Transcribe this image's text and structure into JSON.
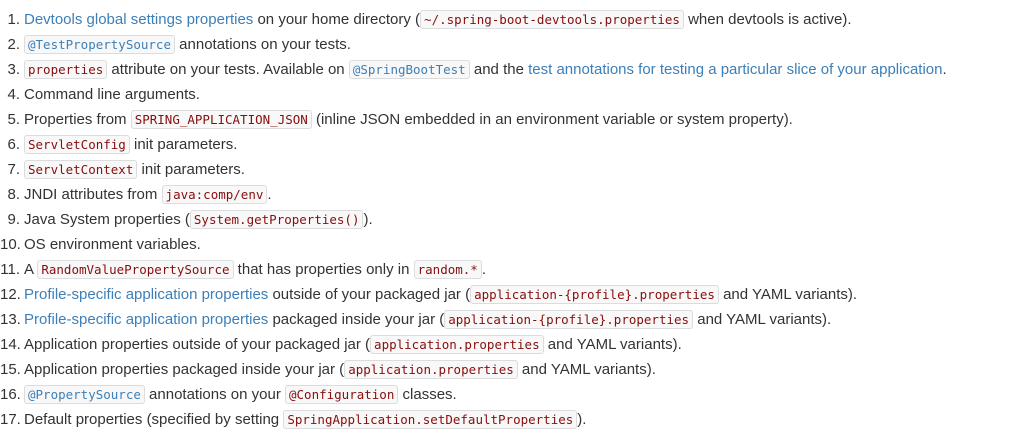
{
  "items": [
    {
      "number": "1.",
      "segments": [
        {
          "type": "link",
          "text": "Devtools global settings properties"
        },
        {
          "type": "text",
          "text": " on your home directory ("
        },
        {
          "type": "code",
          "text": "~/.spring-boot-devtools.properties"
        },
        {
          "type": "text",
          "text": " when devtools is active)."
        }
      ]
    },
    {
      "number": "2.",
      "segments": [
        {
          "type": "codelink",
          "text": "@TestPropertySource"
        },
        {
          "type": "text",
          "text": " annotations on your tests."
        }
      ]
    },
    {
      "number": "3.",
      "segments": [
        {
          "type": "code",
          "text": "properties"
        },
        {
          "type": "text",
          "text": " attribute on your tests. Available on "
        },
        {
          "type": "codelink",
          "text": "@SpringBootTest"
        },
        {
          "type": "text",
          "text": " and the "
        },
        {
          "type": "link",
          "text": "test annotations for testing a particular slice of your application"
        },
        {
          "type": "text",
          "text": "."
        }
      ]
    },
    {
      "number": "4.",
      "segments": [
        {
          "type": "text",
          "text": "Command line arguments."
        }
      ]
    },
    {
      "number": "5.",
      "segments": [
        {
          "type": "text",
          "text": "Properties from "
        },
        {
          "type": "code",
          "text": "SPRING_APPLICATION_JSON"
        },
        {
          "type": "text",
          "text": " (inline JSON embedded in an environment variable or system property)."
        }
      ]
    },
    {
      "number": "6.",
      "segments": [
        {
          "type": "code",
          "text": "ServletConfig"
        },
        {
          "type": "text",
          "text": " init parameters."
        }
      ]
    },
    {
      "number": "7.",
      "segments": [
        {
          "type": "code",
          "text": "ServletContext"
        },
        {
          "type": "text",
          "text": " init parameters."
        }
      ]
    },
    {
      "number": "8.",
      "segments": [
        {
          "type": "text",
          "text": "JNDI attributes from "
        },
        {
          "type": "code",
          "text": "java:comp/env"
        },
        {
          "type": "text",
          "text": "."
        }
      ]
    },
    {
      "number": "9.",
      "segments": [
        {
          "type": "text",
          "text": "Java System properties ("
        },
        {
          "type": "code",
          "text": "System.getProperties()"
        },
        {
          "type": "text",
          "text": ")."
        }
      ]
    },
    {
      "number": "10.",
      "segments": [
        {
          "type": "text",
          "text": "OS environment variables."
        }
      ]
    },
    {
      "number": "11.",
      "segments": [
        {
          "type": "text",
          "text": "A "
        },
        {
          "type": "code",
          "text": "RandomValuePropertySource"
        },
        {
          "type": "text",
          "text": " that has properties only in "
        },
        {
          "type": "code",
          "text": "random.*"
        },
        {
          "type": "text",
          "text": "."
        }
      ]
    },
    {
      "number": "12.",
      "segments": [
        {
          "type": "link",
          "text": "Profile-specific application properties"
        },
        {
          "type": "text",
          "text": " outside of your packaged jar ("
        },
        {
          "type": "code",
          "text": "application-{profile}.properties"
        },
        {
          "type": "text",
          "text": " and YAML variants)."
        }
      ]
    },
    {
      "number": "13.",
      "segments": [
        {
          "type": "link",
          "text": "Profile-specific application properties"
        },
        {
          "type": "text",
          "text": " packaged inside your jar ("
        },
        {
          "type": "code",
          "text": "application-{profile}.properties"
        },
        {
          "type": "text",
          "text": " and YAML variants)."
        }
      ]
    },
    {
      "number": "14.",
      "segments": [
        {
          "type": "text",
          "text": "Application properties outside of your packaged jar ("
        },
        {
          "type": "code",
          "text": "application.properties"
        },
        {
          "type": "text",
          "text": " and YAML variants)."
        }
      ]
    },
    {
      "number": "15.",
      "segments": [
        {
          "type": "text",
          "text": "Application properties packaged inside your jar ("
        },
        {
          "type": "code",
          "text": "application.properties"
        },
        {
          "type": "text",
          "text": " and YAML variants)."
        }
      ]
    },
    {
      "number": "16.",
      "segments": [
        {
          "type": "codelink",
          "text": "@PropertySource"
        },
        {
          "type": "text",
          "text": " annotations on your "
        },
        {
          "type": "code",
          "text": "@Configuration"
        },
        {
          "type": "text",
          "text": " classes."
        }
      ]
    },
    {
      "number": "17.",
      "segments": [
        {
          "type": "text",
          "text": "Default properties (specified by setting "
        },
        {
          "type": "code",
          "text": "SpringApplication.setDefaultProperties"
        },
        {
          "type": "text",
          "text": ")."
        }
      ]
    }
  ]
}
